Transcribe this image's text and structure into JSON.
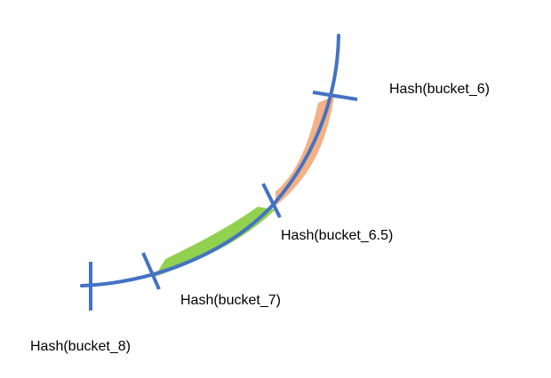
{
  "colors": {
    "ring": "#4472c4",
    "segment_upper": "#f4b183",
    "segment_lower": "#92d050",
    "text": "#000000",
    "background": "#ffffff"
  },
  "labels": {
    "bucket_6": "Hash(bucket_6)",
    "bucket_6_5": "Hash(bucket_6.5)",
    "bucket_7": "Hash(bucket_7)",
    "bucket_8": "Hash(bucket_8)"
  }
}
